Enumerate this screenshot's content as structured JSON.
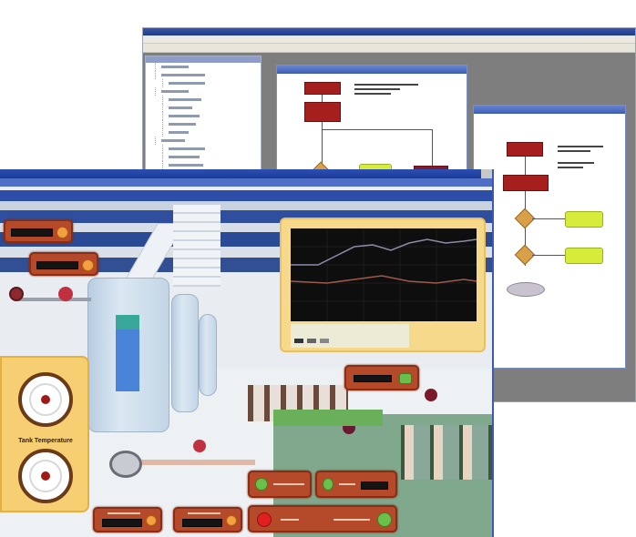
{
  "editor_window": {
    "title": "",
    "tree_rows": 12,
    "flowchart_windows": [
      {
        "name": "flowchart-window-1"
      },
      {
        "name": "flowchart-window-2"
      }
    ]
  },
  "hmi_window": {
    "title": "",
    "gauges": [
      {
        "label": ""
      },
      {
        "label": "Tank Temperature"
      }
    ],
    "trend_chart": {
      "background": "#0e0e0e",
      "series": [
        {
          "name": "trend-1",
          "color": "#8f8aa8"
        },
        {
          "name": "trend-2",
          "color": "#a0584a"
        }
      ]
    },
    "status_colors": {
      "panel": "#b54a2a",
      "led_on": "#6ac04a",
      "led_alarm": "#e02020",
      "knob": "#f2a040"
    }
  }
}
